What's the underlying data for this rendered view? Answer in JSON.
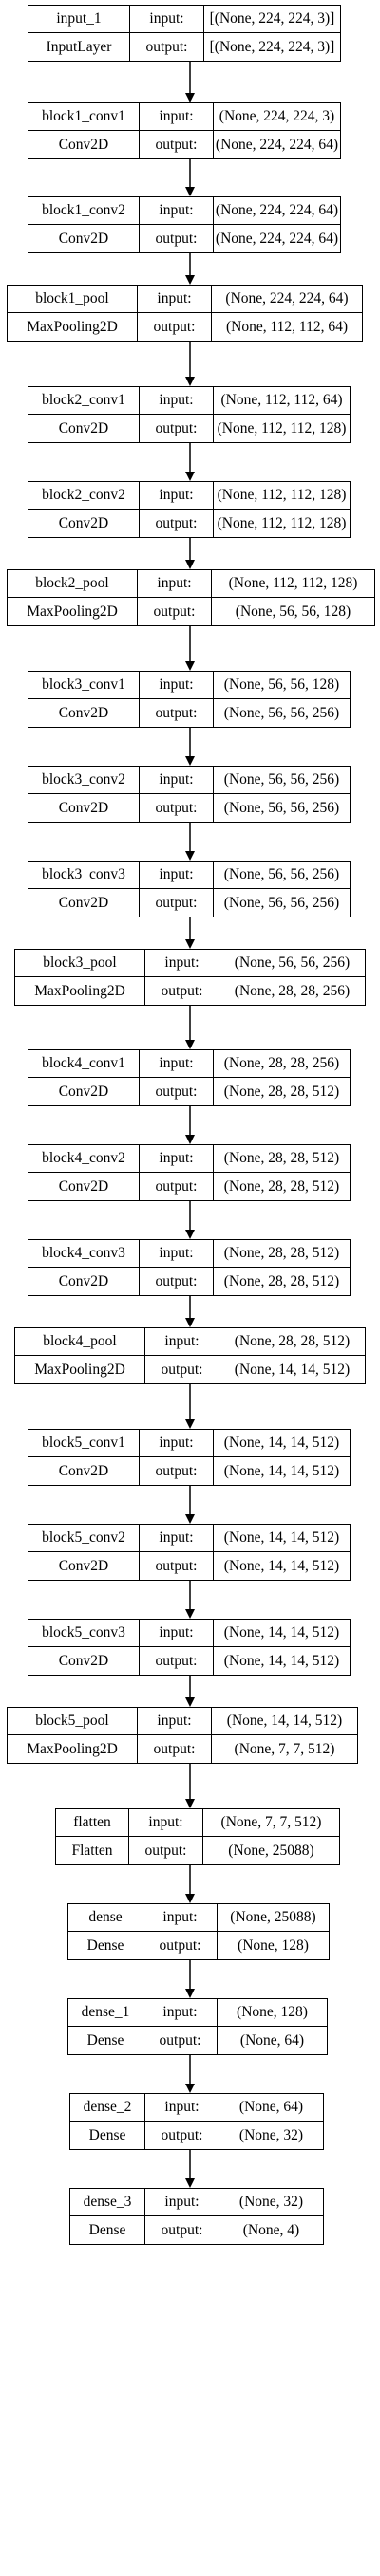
{
  "layers": [
    {
      "name": "input_1",
      "type": "InputLayer",
      "input": "[(None, 224, 224, 3)]",
      "output": "[(None, 224, 224, 3)]"
    },
    {
      "name": "block1_conv1",
      "type": "Conv2D",
      "input": "(None, 224, 224, 3)",
      "output": "(None, 224, 224, 64)"
    },
    {
      "name": "block1_conv2",
      "type": "Conv2D",
      "input": "(None, 224, 224, 64)",
      "output": "(None, 224, 224, 64)"
    },
    {
      "name": "block1_pool",
      "type": "MaxPooling2D",
      "input": "(None, 224, 224, 64)",
      "output": "(None, 112, 112, 64)"
    },
    {
      "name": "block2_conv1",
      "type": "Conv2D",
      "input": "(None, 112, 112, 64)",
      "output": "(None, 112, 112, 128)"
    },
    {
      "name": "block2_conv2",
      "type": "Conv2D",
      "input": "(None, 112, 112, 128)",
      "output": "(None, 112, 112, 128)"
    },
    {
      "name": "block2_pool",
      "type": "MaxPooling2D",
      "input": "(None, 112, 112, 128)",
      "output": "(None, 56, 56, 128)"
    },
    {
      "name": "block3_conv1",
      "type": "Conv2D",
      "input": "(None, 56, 56, 128)",
      "output": "(None, 56, 56, 256)"
    },
    {
      "name": "block3_conv2",
      "type": "Conv2D",
      "input": "(None, 56, 56, 256)",
      "output": "(None, 56, 56, 256)"
    },
    {
      "name": "block3_conv3",
      "type": "Conv2D",
      "input": "(None, 56, 56, 256)",
      "output": "(None, 56, 56, 256)"
    },
    {
      "name": "block3_pool",
      "type": "MaxPooling2D",
      "input": "(None, 56, 56, 256)",
      "output": "(None, 28, 28, 256)"
    },
    {
      "name": "block4_conv1",
      "type": "Conv2D",
      "input": "(None, 28, 28, 256)",
      "output": "(None, 28, 28, 512)"
    },
    {
      "name": "block4_conv2",
      "type": "Conv2D",
      "input": "(None, 28, 28, 512)",
      "output": "(None, 28, 28, 512)"
    },
    {
      "name": "block4_conv3",
      "type": "Conv2D",
      "input": "(None, 28, 28, 512)",
      "output": "(None, 28, 28, 512)"
    },
    {
      "name": "block4_pool",
      "type": "MaxPooling2D",
      "input": "(None, 28, 28, 512)",
      "output": "(None, 14, 14, 512)"
    },
    {
      "name": "block5_conv1",
      "type": "Conv2D",
      "input": "(None, 14, 14, 512)",
      "output": "(None, 14, 14, 512)"
    },
    {
      "name": "block5_conv2",
      "type": "Conv2D",
      "input": "(None, 14, 14, 512)",
      "output": "(None, 14, 14, 512)"
    },
    {
      "name": "block5_conv3",
      "type": "Conv2D",
      "input": "(None, 14, 14, 512)",
      "output": "(None, 14, 14, 512)"
    },
    {
      "name": "block5_pool",
      "type": "MaxPooling2D",
      "input": "(None, 14, 14, 512)",
      "output": "(None, 7, 7, 512)"
    },
    {
      "name": "flatten",
      "type": "Flatten",
      "input": "(None, 7, 7, 512)",
      "output": "(None, 25088)"
    },
    {
      "name": "dense",
      "type": "Dense",
      "input": "(None, 25088)",
      "output": "(None, 128)"
    },
    {
      "name": "dense_1",
      "type": "Dense",
      "input": "(None, 128)",
      "output": "(None, 64)"
    },
    {
      "name": "dense_2",
      "type": "Dense",
      "input": "(None, 64)",
      "output": "(None, 32)"
    },
    {
      "name": "dense_3",
      "type": "Dense",
      "input": "(None, 32)",
      "output": "(None, 4)"
    }
  ],
  "labels": {
    "input": "input:",
    "output": "output:"
  }
}
